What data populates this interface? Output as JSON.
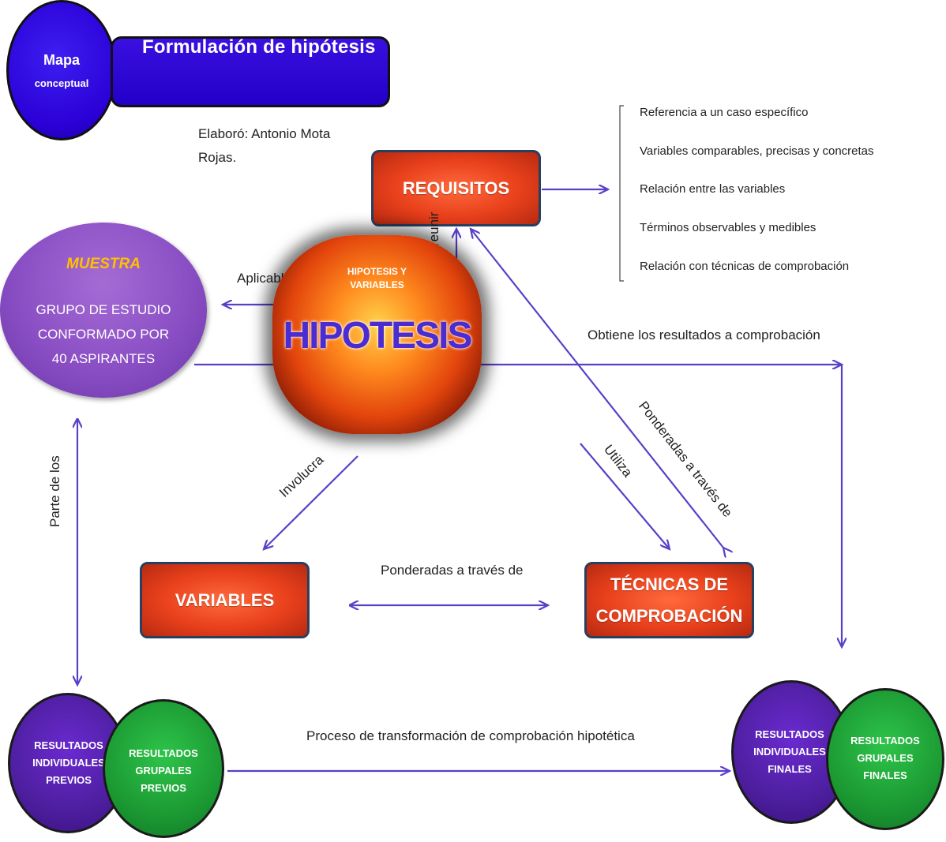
{
  "header": {
    "title": "Formulación de hipótesis",
    "badge_line1": "Mapa",
    "badge_line2": "conceptual",
    "author_line1": "Elaboró: Antonio Mota",
    "author_line2": "Rojas."
  },
  "nodes": {
    "requisitos": "REQUISITOS",
    "variables": "VARIABLES",
    "tecnicas_line1": "TÉCNICAS DE",
    "tecnicas_line2": "COMPROBACIÓN",
    "muestra_title": "MUESTRA",
    "muestra_line1": "GRUPO DE ESTUDIO",
    "muestra_line2": "CONFORMADO POR",
    "muestra_line3": "40 ASPIRANTES",
    "hipotesis_small_line1": "HIPOTESIS Y",
    "hipotesis_small_line2": "VARIABLES",
    "hipotesis": "HIPOTESIS",
    "res_ind_previos": [
      "RESULTADOS",
      "INDIVIDUALES",
      "PREVIOS"
    ],
    "res_grup_previos": [
      "RESULTADOS",
      "GRUPALES",
      "PREVIOS"
    ],
    "res_ind_finales": [
      "RESULTADOS",
      "INDIVIDUALES",
      "FINALES"
    ],
    "res_grup_finales": [
      "RESULTADOS",
      "GRUPALES",
      "FINALES"
    ]
  },
  "requisitos_list": [
    "Referencia a un caso específico",
    "Variables comparables, precisas y concretas",
    "Relación entre las variables",
    "Términos observables y medibles",
    "Relación con técnicas de comprobación"
  ],
  "edge_labels": {
    "aplicable": "Aplicable a",
    "reunir": "reunir",
    "obtiene": "Obtiene los resultados a comprobación",
    "involucra": "Involucra",
    "utiliza": "Utiliza",
    "ponderadas_diag": "Ponderadas a través de",
    "ponderadas_horiz": "Ponderadas a través de",
    "parte_de_los": "Parte de los",
    "proceso": "Proceso de transformación de comprobación hipotética"
  },
  "colors": {
    "arrow": "#5a3fc8",
    "title_bar": "#2a00d6",
    "node_red": "#e8401c",
    "muestra": "#8a4fc4",
    "muestra_title": "#ffc000",
    "purple_circle": "#4e1fa0",
    "green_circle": "#1c9a33"
  }
}
